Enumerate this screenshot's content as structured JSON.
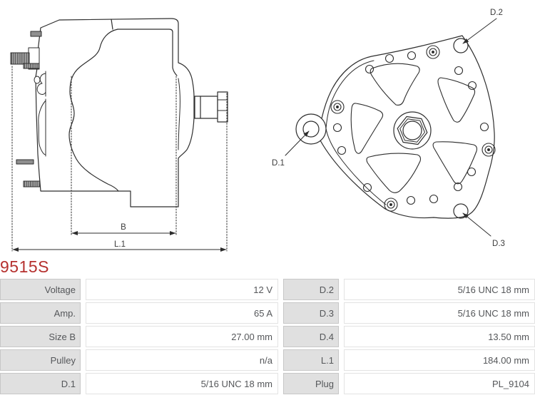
{
  "page": {
    "title": "9515S",
    "title_color": "#b5302e"
  },
  "diagrams": {
    "side_view": {
      "dim_b_label": "B",
      "dim_l1_label": "L.1"
    },
    "front_view": {
      "d1_label": "D.1",
      "d2_label": "D.2",
      "d3_label": "D.3"
    }
  },
  "spec_table": {
    "rows": [
      {
        "label_a": "Voltage",
        "value_a": "12 V",
        "label_b": "D.2",
        "value_b": "5/16 UNC 18 mm"
      },
      {
        "label_a": "Amp.",
        "value_a": "65 A",
        "label_b": "D.3",
        "value_b": "5/16 UNC 18 mm"
      },
      {
        "label_a": "Size B",
        "value_a": "27.00 mm",
        "label_b": "D.4",
        "value_b": "13.50 mm"
      },
      {
        "label_a": "Pulley",
        "value_a": "n/a",
        "label_b": "L.1",
        "value_b": "184.00 mm"
      },
      {
        "label_a": "D.1",
        "value_a": "5/16 UNC 18 mm",
        "label_b": "Plug",
        "value_b": "PL_9104"
      }
    ]
  },
  "colors": {
    "accent_red": "#b5302e",
    "label_cell_bg": "#e0e0e0",
    "label_cell_border": "#c7c7c7",
    "value_cell_border": "#e3e3e3",
    "line_color": "#2d2d2d",
    "text_color": "#55575a"
  }
}
